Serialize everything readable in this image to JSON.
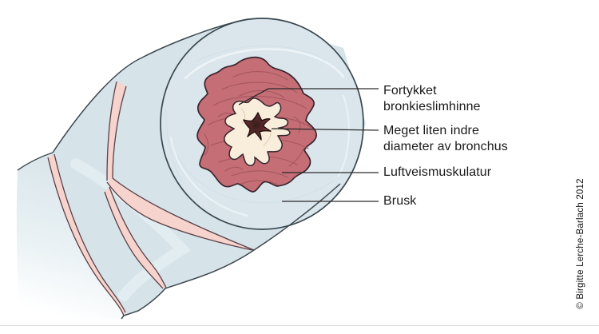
{
  "credit": "© Birgitte Lerche-Barlach 2012",
  "labels": [
    {
      "target": "thickened-mucosa",
      "lines": [
        "Fortykket",
        "bronkieslimhinne"
      ]
    },
    {
      "target": "narrow-lumen",
      "lines": [
        "Meget liten indre",
        "diameter av bronchus"
      ]
    },
    {
      "target": "airway-muscle",
      "lines": [
        "Luftveismuskulatur"
      ]
    },
    {
      "target": "cartilage",
      "lines": [
        "Brusk"
      ]
    }
  ],
  "colors": {
    "background": "#ffffff",
    "cartilage_face": "#dbe6ec",
    "tube_body": "#d6e3e9",
    "connective_band": "#f6d4cd",
    "muscle": "#c56e75",
    "muscle_strand": "#a0525d",
    "mucosa": "#f9eedb",
    "lumen_dark": "#3a1b1b",
    "lumen_light": "#9a5858",
    "outline_dark": "#39252e",
    "tube_outline": "#3c474e",
    "leader_line": "#2a2a2a",
    "label_text": "#191919"
  }
}
